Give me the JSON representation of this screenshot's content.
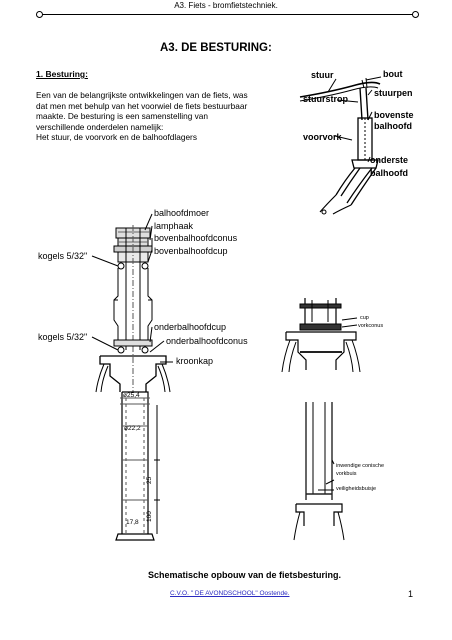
{
  "header": {
    "running_title": "A3. Fiets - bromfietstechniek."
  },
  "title": "A3. DE BESTURING:",
  "section": {
    "heading": "1. Besturing:",
    "lines": [
      "Een van de belangrijkste ontwikkelingen van de fiets, was",
      "dat men met behulp van het voorwiel de fiets bestuurbaar",
      "maakte. De besturing is een samenstelling van",
      "verschillende onderdelen namelijk:",
      "Het stuur, de voorvork en de balhoofdlagers"
    ]
  },
  "diagram_top": {
    "labels": {
      "stuur": "stuur",
      "bout": "bout",
      "stuurstrop": "stuurstrop",
      "stuurpen": "stuurpen",
      "bovenste": "bovenste",
      "balhoofd1": "balhoofd",
      "voorvork": "voorvork",
      "onderste": "onderste",
      "balhoofd2": "balhoofd"
    }
  },
  "diagram_headset": {
    "labels": {
      "balhoofdmoer": "balhoofdmoer",
      "lamphaak": "lamphaak",
      "bovenbalhoofdconus": "bovenbalhoofdconus",
      "bovenbalhoofdcup": "bovenbalhoofdcup",
      "kogels_top": "kogels 5/32\"",
      "kogels_bottom": "kogels 5/32\"",
      "onderbalhoofdcup": "onderbalhoofdcup",
      "onderbalhoofdconus": "onderbalhoofdconus",
      "kroonkap": "kroonkap"
    }
  },
  "diagram_small": {
    "labels": {
      "cup": "cup",
      "vorkconus": "vorkconus"
    }
  },
  "diagram_tube": {
    "dims": {
      "d1": "ø25,4",
      "d2": "ø22,2",
      "l1": "25",
      "l2": "100",
      "d3": "17,8"
    }
  },
  "diagram_steerer": {
    "labels": {
      "conische": "inwendige conische",
      "vorkbuis": "vorkbuis",
      "veiligheid": "veiligheidsbuisje"
    }
  },
  "caption": "Schematische opbouw van de fietsbesturing.",
  "footer": {
    "text": "C.V.O. \" DE AVONDSCHOOL\" Oostende.",
    "page": "1"
  }
}
